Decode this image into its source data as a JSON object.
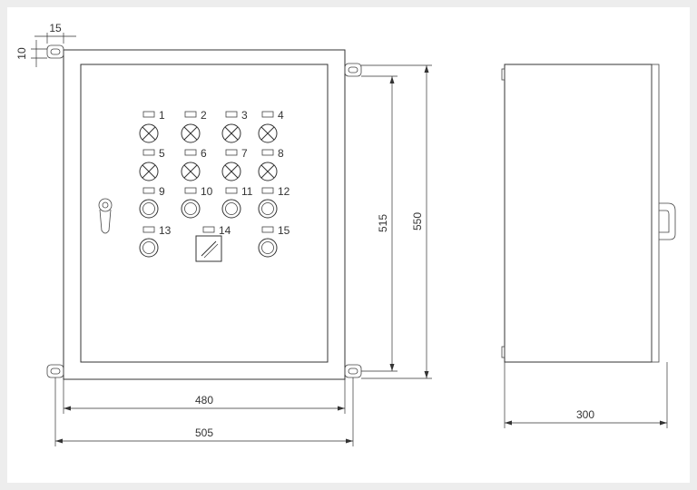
{
  "front_view": {
    "positions": [
      {
        "label": "1",
        "kind": "lamp"
      },
      {
        "label": "2",
        "kind": "lamp"
      },
      {
        "label": "3",
        "kind": "lamp"
      },
      {
        "label": "4",
        "kind": "lamp"
      },
      {
        "label": "5",
        "kind": "lamp"
      },
      {
        "label": "6",
        "kind": "lamp"
      },
      {
        "label": "7",
        "kind": "lamp"
      },
      {
        "label": "8",
        "kind": "lamp"
      },
      {
        "label": "9",
        "kind": "button"
      },
      {
        "label": "10",
        "kind": "button"
      },
      {
        "label": "11",
        "kind": "button"
      },
      {
        "label": "12",
        "kind": "button"
      },
      {
        "label": "13",
        "kind": "button"
      },
      {
        "label": "14",
        "kind": "selector"
      },
      {
        "label": "15",
        "kind": "button"
      }
    ]
  },
  "dimensions": {
    "mount_hole_width": "15",
    "mount_hole_height": "10",
    "inner_width": "480",
    "outer_width": "505",
    "inner_height": "515",
    "outer_height": "550",
    "depth": "300"
  }
}
